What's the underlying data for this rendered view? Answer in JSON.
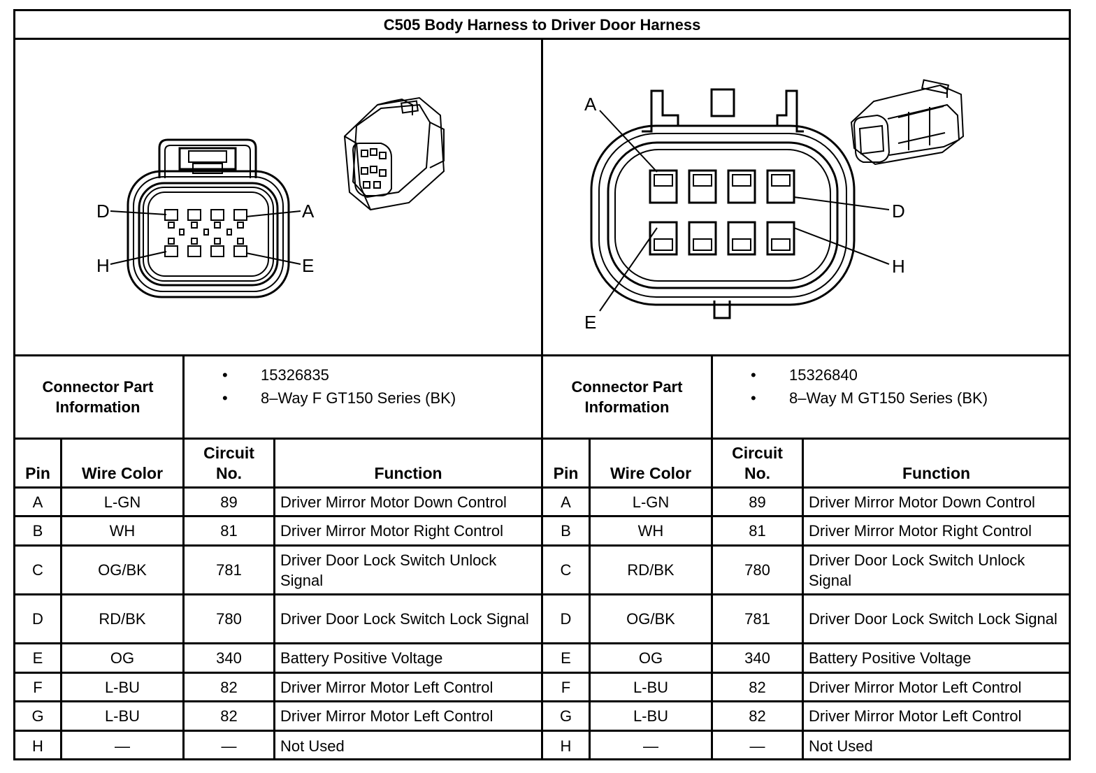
{
  "title": "C505 Body Harness to Driver Door Harness",
  "left": {
    "diagram_labels": {
      "a": "A",
      "d": "D",
      "e": "E",
      "h": "H"
    },
    "connector_info_label": "Connector Part Information",
    "info_lines": [
      "15326835",
      "8–Way F GT150 Series (BK)"
    ],
    "headers": {
      "pin": "Pin",
      "wire": "Wire Color",
      "circuit": "Circuit No.",
      "function": "Function"
    },
    "rows": [
      {
        "pin": "A",
        "wire": "L-GN",
        "circuit": "89",
        "function": "Driver Mirror Motor Down Control"
      },
      {
        "pin": "B",
        "wire": "WH",
        "circuit": "81",
        "function": "Driver Mirror Motor Right Control"
      },
      {
        "pin": "C",
        "wire": "OG/BK",
        "circuit": "781",
        "function": "Driver Door Lock Switch Unlock Signal"
      },
      {
        "pin": "D",
        "wire": "RD/BK",
        "circuit": "780",
        "function": "Driver Door Lock Switch Lock Signal"
      },
      {
        "pin": "E",
        "wire": "OG",
        "circuit": "340",
        "function": "Battery Positive Voltage"
      },
      {
        "pin": "F",
        "wire": "L-BU",
        "circuit": "82",
        "function": "Driver Mirror Motor Left Control"
      },
      {
        "pin": "G",
        "wire": "L-BU",
        "circuit": "82",
        "function": "Driver Mirror Motor Left Control"
      },
      {
        "pin": "H",
        "wire": "—",
        "circuit": "—",
        "function": "Not Used"
      }
    ]
  },
  "right": {
    "diagram_labels": {
      "a": "A",
      "d": "D",
      "e": "E",
      "h": "H"
    },
    "connector_info_label": "Connector Part Information",
    "info_lines": [
      "15326840",
      "8–Way M GT150 Series (BK)"
    ],
    "headers": {
      "pin": "Pin",
      "wire": "Wire Color",
      "circuit": "Circuit No.",
      "function": "Function"
    },
    "rows": [
      {
        "pin": "A",
        "wire": "L-GN",
        "circuit": "89",
        "function": "Driver Mirror Motor Down Control"
      },
      {
        "pin": "B",
        "wire": "WH",
        "circuit": "81",
        "function": "Driver Mirror Motor Right Control"
      },
      {
        "pin": "C",
        "wire": "RD/BK",
        "circuit": "780",
        "function": "Driver Door Lock Switch Unlock Signal"
      },
      {
        "pin": "D",
        "wire": "OG/BK",
        "circuit": "781",
        "function": "Driver Door Lock Switch Lock Signal"
      },
      {
        "pin": "E",
        "wire": "OG",
        "circuit": "340",
        "function": "Battery Positive Voltage"
      },
      {
        "pin": "F",
        "wire": "L-BU",
        "circuit": "82",
        "function": "Driver Mirror Motor Left Control"
      },
      {
        "pin": "G",
        "wire": "L-BU",
        "circuit": "82",
        "function": "Driver Mirror Motor Left Control"
      },
      {
        "pin": "H",
        "wire": "—",
        "circuit": "—",
        "function": "Not Used"
      }
    ]
  }
}
